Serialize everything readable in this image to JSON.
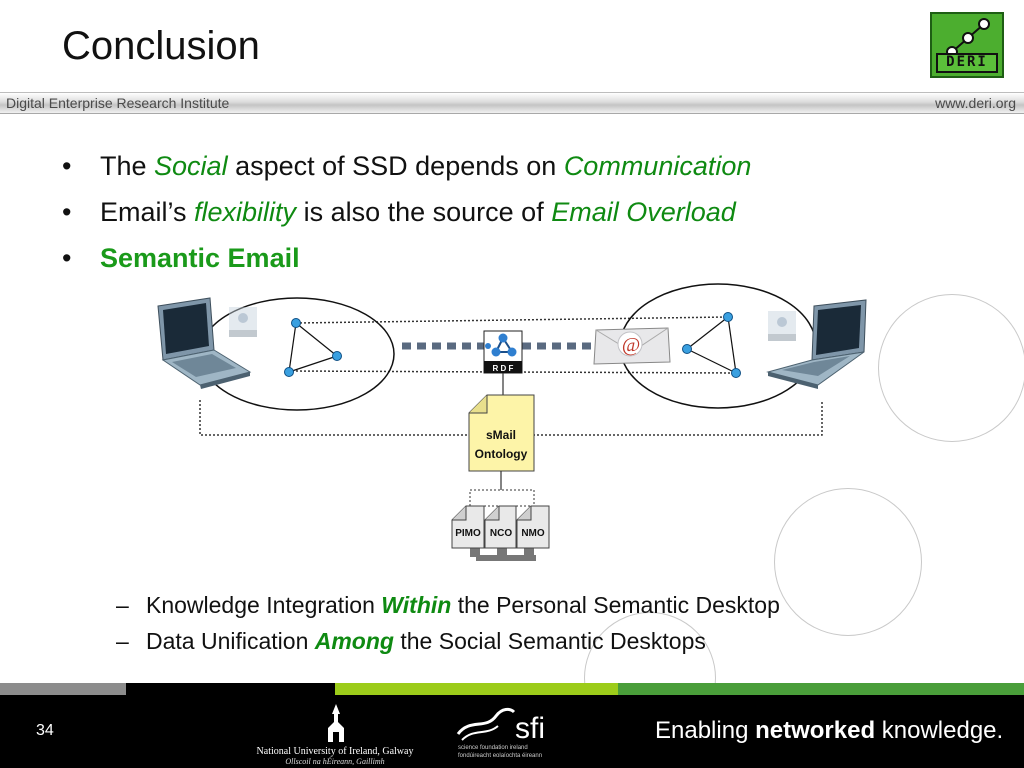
{
  "slide": {
    "title": "Conclusion",
    "header_band_left": "Digital Enterprise Research Institute",
    "header_band_right": "www.deri.org",
    "logo_text": "DERI"
  },
  "bullets": [
    {
      "pre": "The ",
      "em1": "Social",
      "mid": " aspect of SSD depends on ",
      "em2": "Communication"
    },
    {
      "pre": "Email’s ",
      "em1": "flexibility",
      "mid": " is also the source of ",
      "em2": "Email Overload"
    },
    {
      "bold": "Semantic Email"
    }
  ],
  "diagram": {
    "rdf_label": "R D F",
    "email_glyph": "@",
    "ontology_line1": "sMail",
    "ontology_line2": "Ontology",
    "docs": [
      "PIMO",
      "NCO",
      "NMO"
    ]
  },
  "sub_bullets": [
    {
      "pre": "Knowledge Integration ",
      "em": "Within",
      "post": " the Personal Semantic Desktop"
    },
    {
      "pre": "Data Unification ",
      "em": "Among",
      "post": " the Social Semantic Desktops"
    }
  ],
  "footer": {
    "page_number": "34",
    "university_line1": "National University of Ireland, Galway",
    "university_line2": "Ollscoil na hÉireann, Gaillimh",
    "sfi_name": "sfi",
    "sfi_tag1": "science foundation ireland",
    "sfi_tag2": "fondúireacht eolaíochta éireann",
    "tagline_pre": "Enabling ",
    "tagline_bold": "networked",
    "tagline_post": " knowledge."
  },
  "colors": {
    "accent_green": "#0f8a12",
    "strip": [
      "#8c8c8c",
      "#000000",
      "#9ccc1a",
      "#4a9e3a"
    ]
  }
}
